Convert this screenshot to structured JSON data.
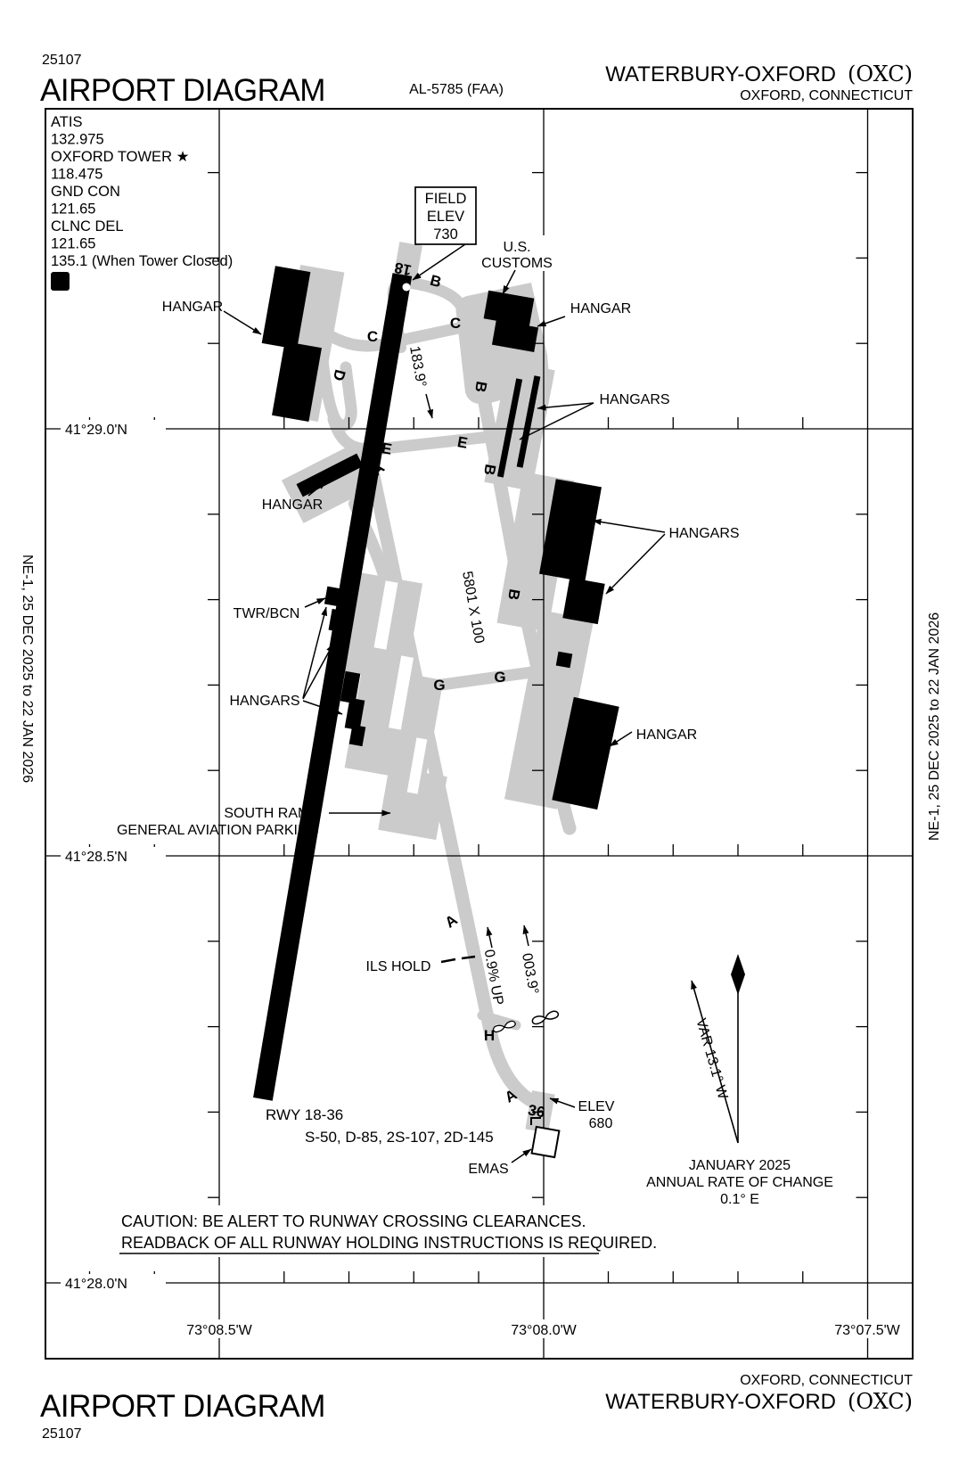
{
  "header": {
    "chart_number": "25107",
    "title": "AIRPORT DIAGRAM",
    "chart_id": "AL-5785 (FAA)",
    "airport_name": "WATERBURY-OXFORD",
    "airport_code": "(OXC)",
    "city": "OXFORD, CONNECTICUT"
  },
  "footer": {
    "chart_number": "25107",
    "title": "AIRPORT DIAGRAM",
    "airport_name": "WATERBURY-OXFORD",
    "airport_code": "(OXC)",
    "city": "OXFORD, CONNECTICUT"
  },
  "side_text": {
    "left": "NE-1,  25 DEC 2025  to  22 JAN 2026",
    "right": "NE-1,  25 DEC 2025  to  22 JAN 2026"
  },
  "frequencies": {
    "lines": [
      "ATIS",
      "132.975",
      "OXFORD TOWER ★",
      "118.475",
      "GND CON",
      "121.65",
      "CLNC DEL",
      "121.65",
      "135.1 (When Tower Closed)"
    ],
    "d_symbol": "D"
  },
  "field_elev": {
    "line1": "FIELD",
    "line2": "ELEV",
    "line3": "730"
  },
  "grid": {
    "lat_labels": [
      "41°29.0'N",
      "41°28.5'N",
      "41°28.0'N"
    ],
    "lon_labels": [
      "73°08.5'W",
      "73°08.0'W",
      "73°07.5'W"
    ]
  },
  "runway": {
    "number_18": "18",
    "number_36": "36",
    "heading_18": "183.9°",
    "heading_36": "003.9°",
    "dimensions": "5801 X 100",
    "slope": "0.9% UP",
    "ils_hold": "ILS HOLD",
    "elev_36_line1": "ELEV",
    "elev_36_line2": "680",
    "emas": "EMAS",
    "data_line1": "RWY 18-36",
    "data_line2": "S-50, D-85, 2S-107, 2D-145"
  },
  "taxiways": {
    "a": "A",
    "b": "B",
    "c": "C",
    "d": "D",
    "e": "E",
    "g": "G",
    "h": "H"
  },
  "facilities": {
    "hangar": "HANGAR",
    "hangars": "HANGARS",
    "twr_bcn": "TWR/BCN",
    "us_customs_line1": "U.S.",
    "us_customs_line2": "CUSTOMS",
    "south_ramp_line1": "SOUTH RAMP",
    "south_ramp_line2": "GENERAL AVIATION PARKING"
  },
  "compass": {
    "variation": "VAR 13.1° W",
    "date": "JANUARY 2025",
    "rate_line1": "ANNUAL RATE OF CHANGE",
    "rate_line2": "0.1° E"
  },
  "caution": {
    "line1": "CAUTION: BE ALERT TO RUNWAY CROSSING CLEARANCES.",
    "line2": "READBACK OF ALL RUNWAY HOLDING INSTRUCTIONS IS REQUIRED."
  },
  "colors": {
    "taxiway_gray": "#cbcbcb",
    "ink": "#000000",
    "paper": "#ffffff"
  }
}
